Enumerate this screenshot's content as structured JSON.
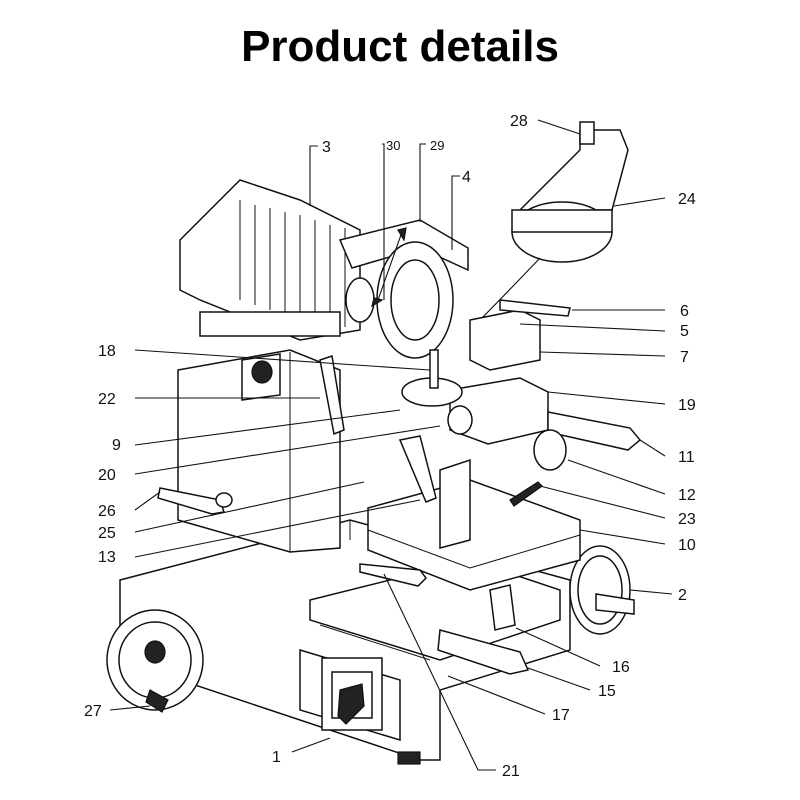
{
  "title": "Product details",
  "callouts": [
    {
      "id": "1"
    },
    {
      "id": "2"
    },
    {
      "id": "3"
    },
    {
      "id": "4"
    },
    {
      "id": "5"
    },
    {
      "id": "6"
    },
    {
      "id": "7"
    },
    {
      "id": "9"
    },
    {
      "id": "10"
    },
    {
      "id": "11"
    },
    {
      "id": "12"
    },
    {
      "id": "13"
    },
    {
      "id": "15"
    },
    {
      "id": "16"
    },
    {
      "id": "17"
    },
    {
      "id": "18"
    },
    {
      "id": "19"
    },
    {
      "id": "20"
    },
    {
      "id": "21"
    },
    {
      "id": "22"
    },
    {
      "id": "23"
    },
    {
      "id": "24"
    },
    {
      "id": "25"
    },
    {
      "id": "26"
    },
    {
      "id": "27"
    },
    {
      "id": "28"
    },
    {
      "id": "29"
    },
    {
      "id": "30"
    }
  ],
  "colors": {
    "line": "#111111",
    "background": "#ffffff"
  }
}
